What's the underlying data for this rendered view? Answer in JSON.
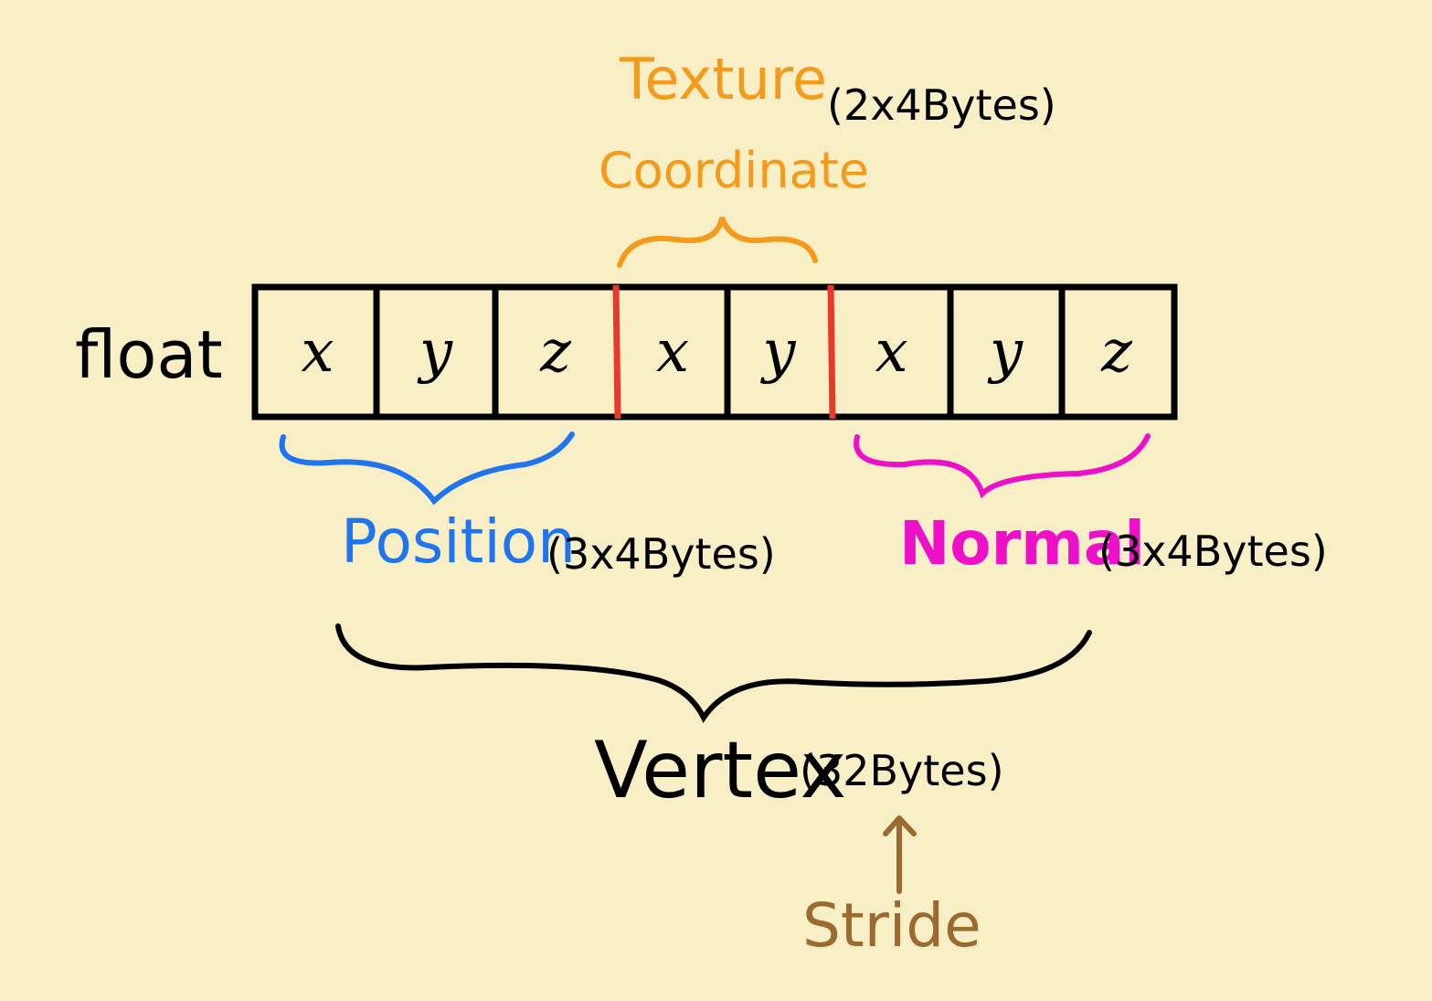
{
  "row_label": "float",
  "cells": [
    "x",
    "y",
    "z",
    "x",
    "y",
    "x",
    "y",
    "z"
  ],
  "groups": {
    "texture": {
      "line1": "Texture",
      "line2": "Coordinate",
      "bytes": "(2x4Bytes)",
      "color": "#f59b1c"
    },
    "position": {
      "name": "Position",
      "bytes": "(3x4Bytes)",
      "color": "#1f74f0"
    },
    "normal": {
      "name": "Normal",
      "bytes": "(3x4Bytes)",
      "color": "#ee10c9"
    },
    "vertex": {
      "name": "Vertex",
      "bytes": "(32Bytes)",
      "color": "#000000"
    }
  },
  "pointer": {
    "label": "Stride",
    "color": "#9a6a30"
  },
  "colors": {
    "background": "#f9efc6",
    "divider": "#e8392a",
    "outline": "#000000"
  }
}
